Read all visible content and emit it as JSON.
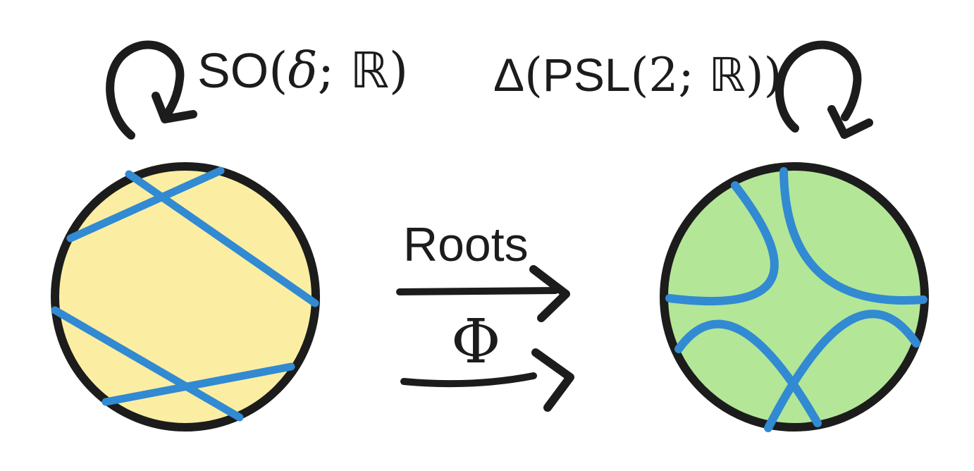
{
  "colors": {
    "background": "#ffffff",
    "ink": "#1c1c1c",
    "left_disk_fill": "#fbeea3",
    "right_disk_fill": "#b4e698",
    "geodesic_blue": "#318ad2"
  },
  "labels": {
    "left_group": {
      "text": "SO(δ; ℝ)",
      "parts": [
        {
          "t": "SO",
          "f": "sans"
        },
        {
          "t": "(",
          "f": "serif"
        },
        {
          "t": "δ",
          "f": "mathit"
        },
        {
          "t": "; ",
          "f": "serif"
        },
        {
          "t": "ℝ",
          "f": "bb"
        },
        {
          "t": ")",
          "f": "serif"
        }
      ]
    },
    "right_group": {
      "text": "Δ(PSL(2; ℝ))",
      "parts": [
        {
          "t": "Δ",
          "f": "sans"
        },
        {
          "t": "(",
          "f": "serif"
        },
        {
          "t": "PSL",
          "f": "sans"
        },
        {
          "t": "(",
          "f": "serif"
        },
        {
          "t": "2; ",
          "f": "serif"
        },
        {
          "t": "ℝ",
          "f": "bb"
        },
        {
          "t": "))",
          "f": "serif"
        }
      ]
    },
    "arrow_top": "Roots",
    "arrow_bottom": "Φ"
  },
  "icons": {
    "left_self_loop": "circular-self-loop-arrow",
    "right_self_loop": "circular-self-loop-arrow",
    "top_map_arrow": "right-arrow",
    "bottom_map_arrow": "right-arrow"
  }
}
